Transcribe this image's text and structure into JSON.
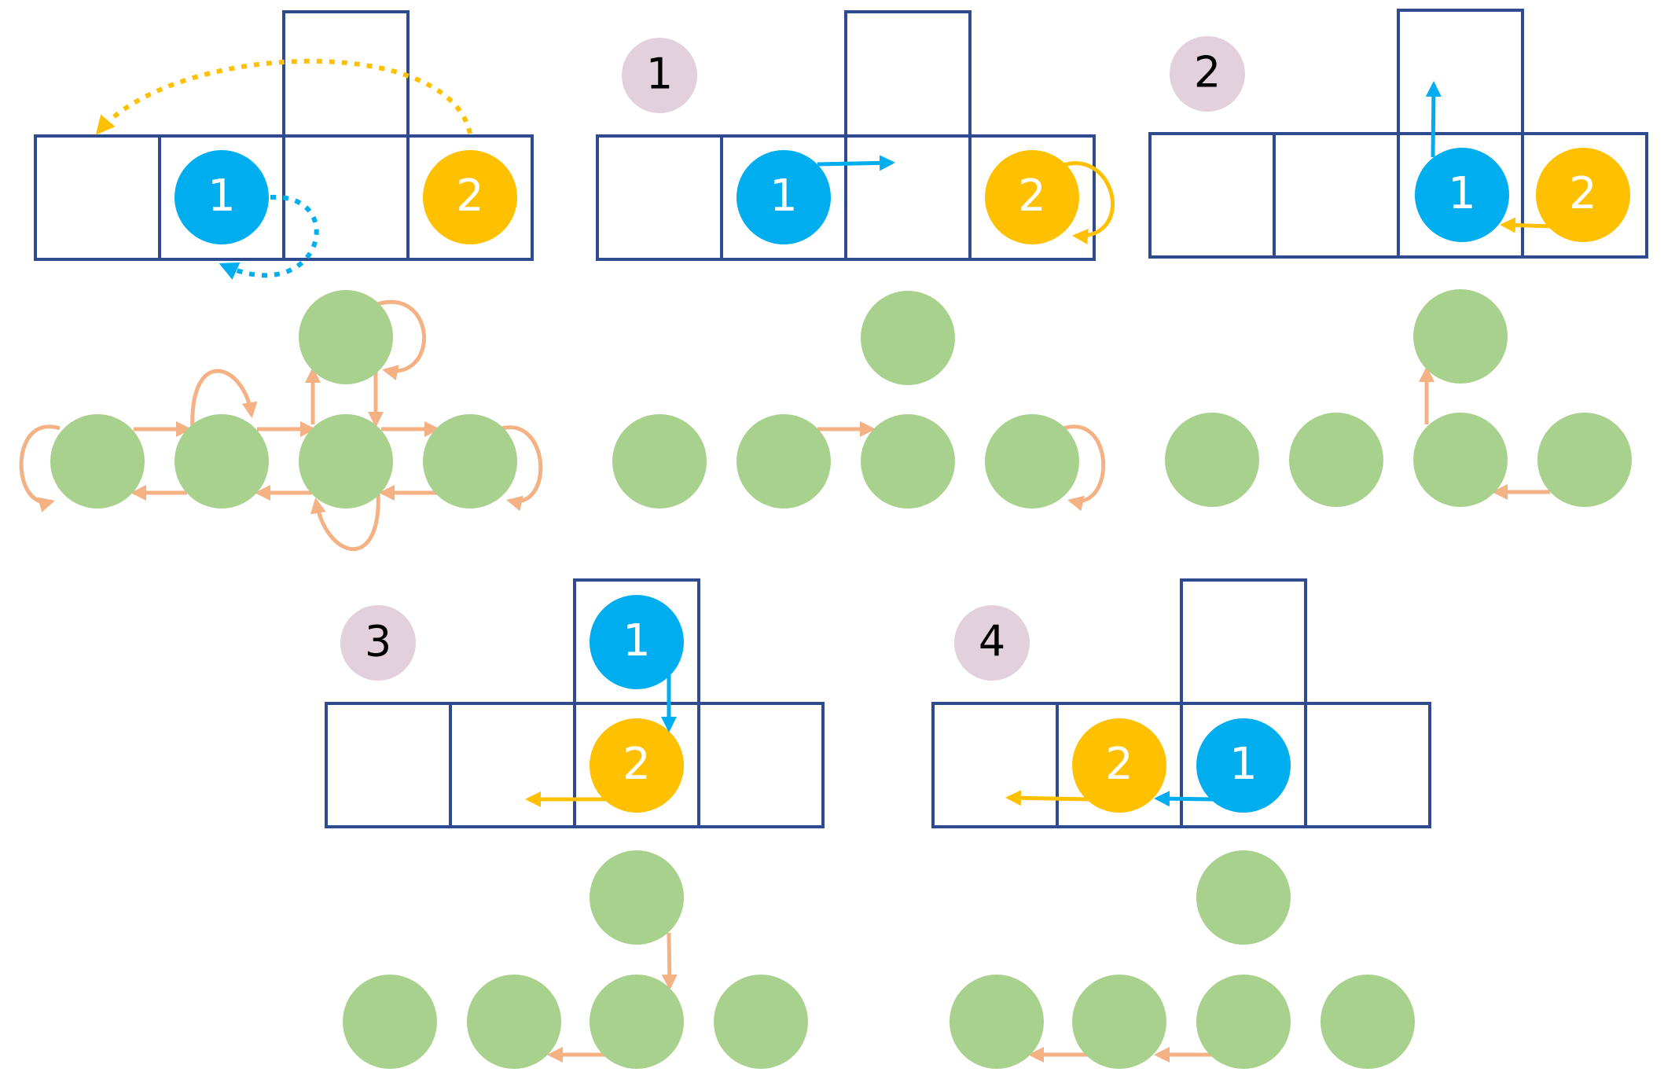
{
  "colors": {
    "grid": "#2e4b8f",
    "agent1": "#00aeef",
    "agent2": "#ffc000",
    "node": "#a9d18e",
    "edge": "#f4b183",
    "badge": "#e2d0dc"
  },
  "legend_panel": {
    "agent1_label": "1",
    "agent2_label": "2"
  },
  "steps": [
    {
      "label": "1",
      "agent1_label": "1",
      "agent2_label": "2"
    },
    {
      "label": "2",
      "agent1_label": "1",
      "agent2_label": "2"
    },
    {
      "label": "3",
      "agent1_label": "1",
      "agent2_label": "2"
    },
    {
      "label": "4",
      "agent1_label": "1",
      "agent2_label": "2"
    }
  ]
}
